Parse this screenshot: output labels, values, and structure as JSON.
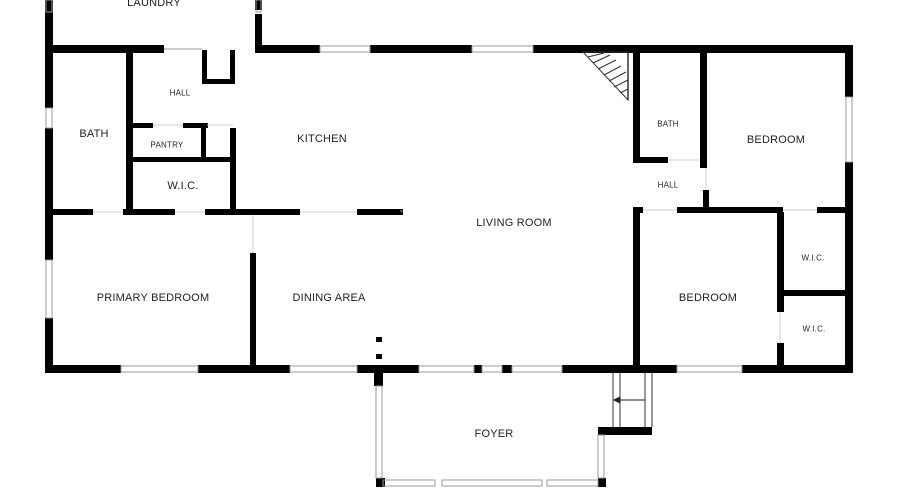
{
  "rooms": {
    "laundry": "LAUNDRY",
    "hall_upper": "HALL",
    "bath_left": "BATH",
    "pantry": "PANTRY",
    "wic_left": "W.I.C.",
    "kitchen": "KITCHEN",
    "bath_right": "BATH",
    "bedroom_upper": "BEDROOM",
    "hall_right": "HALL",
    "living_room": "LIVING ROOM",
    "wic_right_upper": "W.I.C.",
    "primary_bedroom": "PRIMARY BEDROOM",
    "dining_area": "DINING AREA",
    "bedroom_lower": "BEDROOM",
    "wic_right_lower": "W.I.C.",
    "foyer": "FOYER"
  },
  "colors": {
    "wall": "#000000",
    "window": "#9a9a9a",
    "background": "#ffffff"
  },
  "icons": [
    "stairs-icon",
    "arrow-left-icon"
  ]
}
